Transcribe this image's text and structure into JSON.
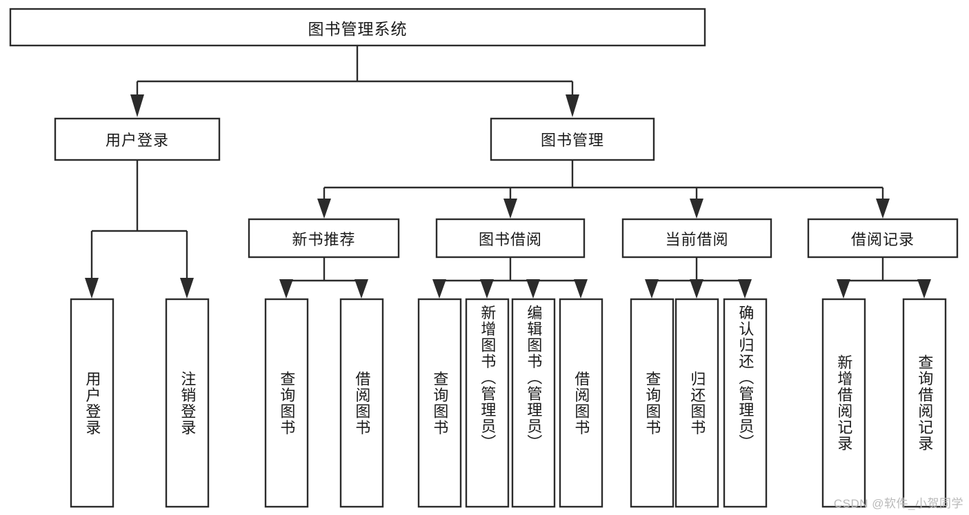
{
  "diagram": {
    "type": "tree-hierarchy",
    "title": "图书管理系统",
    "watermark": "CSDN @软件_小贺同学",
    "colors": {
      "stroke": "#2b2b2b",
      "fill": "#ffffff",
      "text": "#1a1a1a",
      "watermark": "#b9b9b9",
      "background": "#ffffff"
    },
    "root": {
      "label": "图书管理系统"
    },
    "level1": [
      {
        "label": "用户登录"
      },
      {
        "label": "图书管理"
      }
    ],
    "level2": [
      {
        "label": "新书推荐"
      },
      {
        "label": "图书借阅"
      },
      {
        "label": "当前借阅"
      },
      {
        "label": "借阅记录"
      }
    ],
    "leaves": {
      "user_login": [
        {
          "label": "用户登录"
        },
        {
          "label": "注销登录"
        }
      ],
      "new_book_recommend": [
        {
          "label": "查询图书"
        },
        {
          "label": "借阅图书"
        }
      ],
      "book_borrow": [
        {
          "label": "查询图书"
        },
        {
          "label": "新增图书（管理员）"
        },
        {
          "label": "编辑图书（管理员）"
        },
        {
          "label": "借阅图书"
        }
      ],
      "current_borrow": [
        {
          "label": "查询图书"
        },
        {
          "label": "归还图书"
        },
        {
          "label": "确认归还（管理员）"
        }
      ],
      "borrow_records": [
        {
          "label": "新增借阅记录"
        },
        {
          "label": "查询借阅记录"
        }
      ]
    },
    "edges": [
      {
        "from": "图书管理系统",
        "to": "用户登录"
      },
      {
        "from": "图书管理系统",
        "to": "图书管理"
      },
      {
        "from": "用户登录",
        "to": "用户登录"
      },
      {
        "from": "用户登录",
        "to": "注销登录"
      },
      {
        "from": "图书管理",
        "to": "新书推荐"
      },
      {
        "from": "图书管理",
        "to": "图书借阅"
      },
      {
        "from": "图书管理",
        "to": "当前借阅"
      },
      {
        "from": "图书管理",
        "to": "借阅记录"
      },
      {
        "from": "新书推荐",
        "to": "查询图书"
      },
      {
        "from": "新书推荐",
        "to": "借阅图书"
      },
      {
        "from": "图书借阅",
        "to": "查询图书"
      },
      {
        "from": "图书借阅",
        "to": "新增图书（管理员）"
      },
      {
        "from": "图书借阅",
        "to": "编辑图书（管理员）"
      },
      {
        "from": "图书借阅",
        "to": "借阅图书"
      },
      {
        "from": "当前借阅",
        "to": "查询图书"
      },
      {
        "from": "当前借阅",
        "to": "归还图书"
      },
      {
        "from": "当前借阅",
        "to": "确认归还（管理员）"
      },
      {
        "from": "借阅记录",
        "to": "新增借阅记录"
      },
      {
        "from": "借阅记录",
        "to": "查询借阅记录"
      }
    ]
  }
}
